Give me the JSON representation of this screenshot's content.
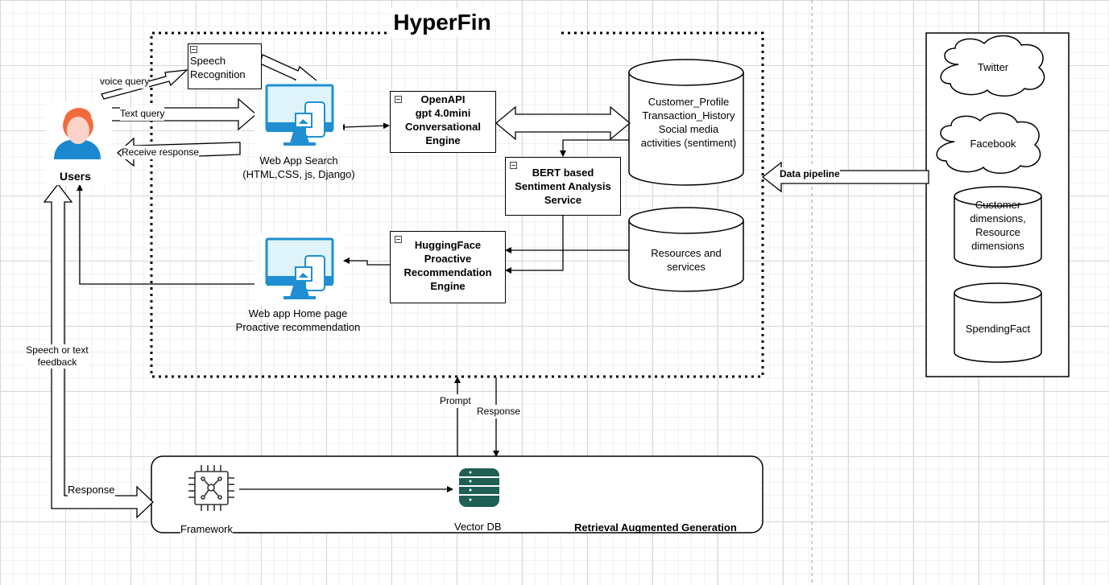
{
  "title": "HyperFin",
  "users": {
    "label": "Users"
  },
  "edges": {
    "voice_query": "voice query",
    "text_query": "Text query",
    "receive_response": "Receive response",
    "speech_feedback": "Speech or text\nfeedback",
    "response_left": "Response",
    "prompt": "Prompt",
    "response_rag": "Response",
    "data_pipeline": "Data pipeline"
  },
  "nodes": {
    "speech_recognition": "Speech\nRecognition",
    "web_app_search": "Web App Search\n(HTML,CSS, js, Django)",
    "openapi_engine": "OpenAPI\ngpt 4.0mini\nConversational\nEngine",
    "customer_db": "Customer_Profile\nTransaction_History\nSocial media\nactivities (sentiment)",
    "bert_service": "BERT based\nSentiment Analysis\nService",
    "resources_db": "Resources and\nservices",
    "hf_engine": "HuggingFace\nProactive\nRecommendation\nEngine",
    "web_app_home": "Web app Home page\nProactive recommendation"
  },
  "sources": {
    "twitter": "Twitter",
    "facebook": "Facebook",
    "dimensions": "Customer\ndimensions,\nResource\ndimensions",
    "spending": "SpendingFact"
  },
  "rag": {
    "framework": "Framework",
    "vector_db": "Vector DB",
    "label": "Retrieval Augmented Generation"
  },
  "colors": {
    "monitor": "#1f8fd1",
    "screen": "#dff3fb",
    "user_hair": "#f26b3c",
    "user_body": "#1b88cf",
    "vector_db": "#1f5f54"
  }
}
